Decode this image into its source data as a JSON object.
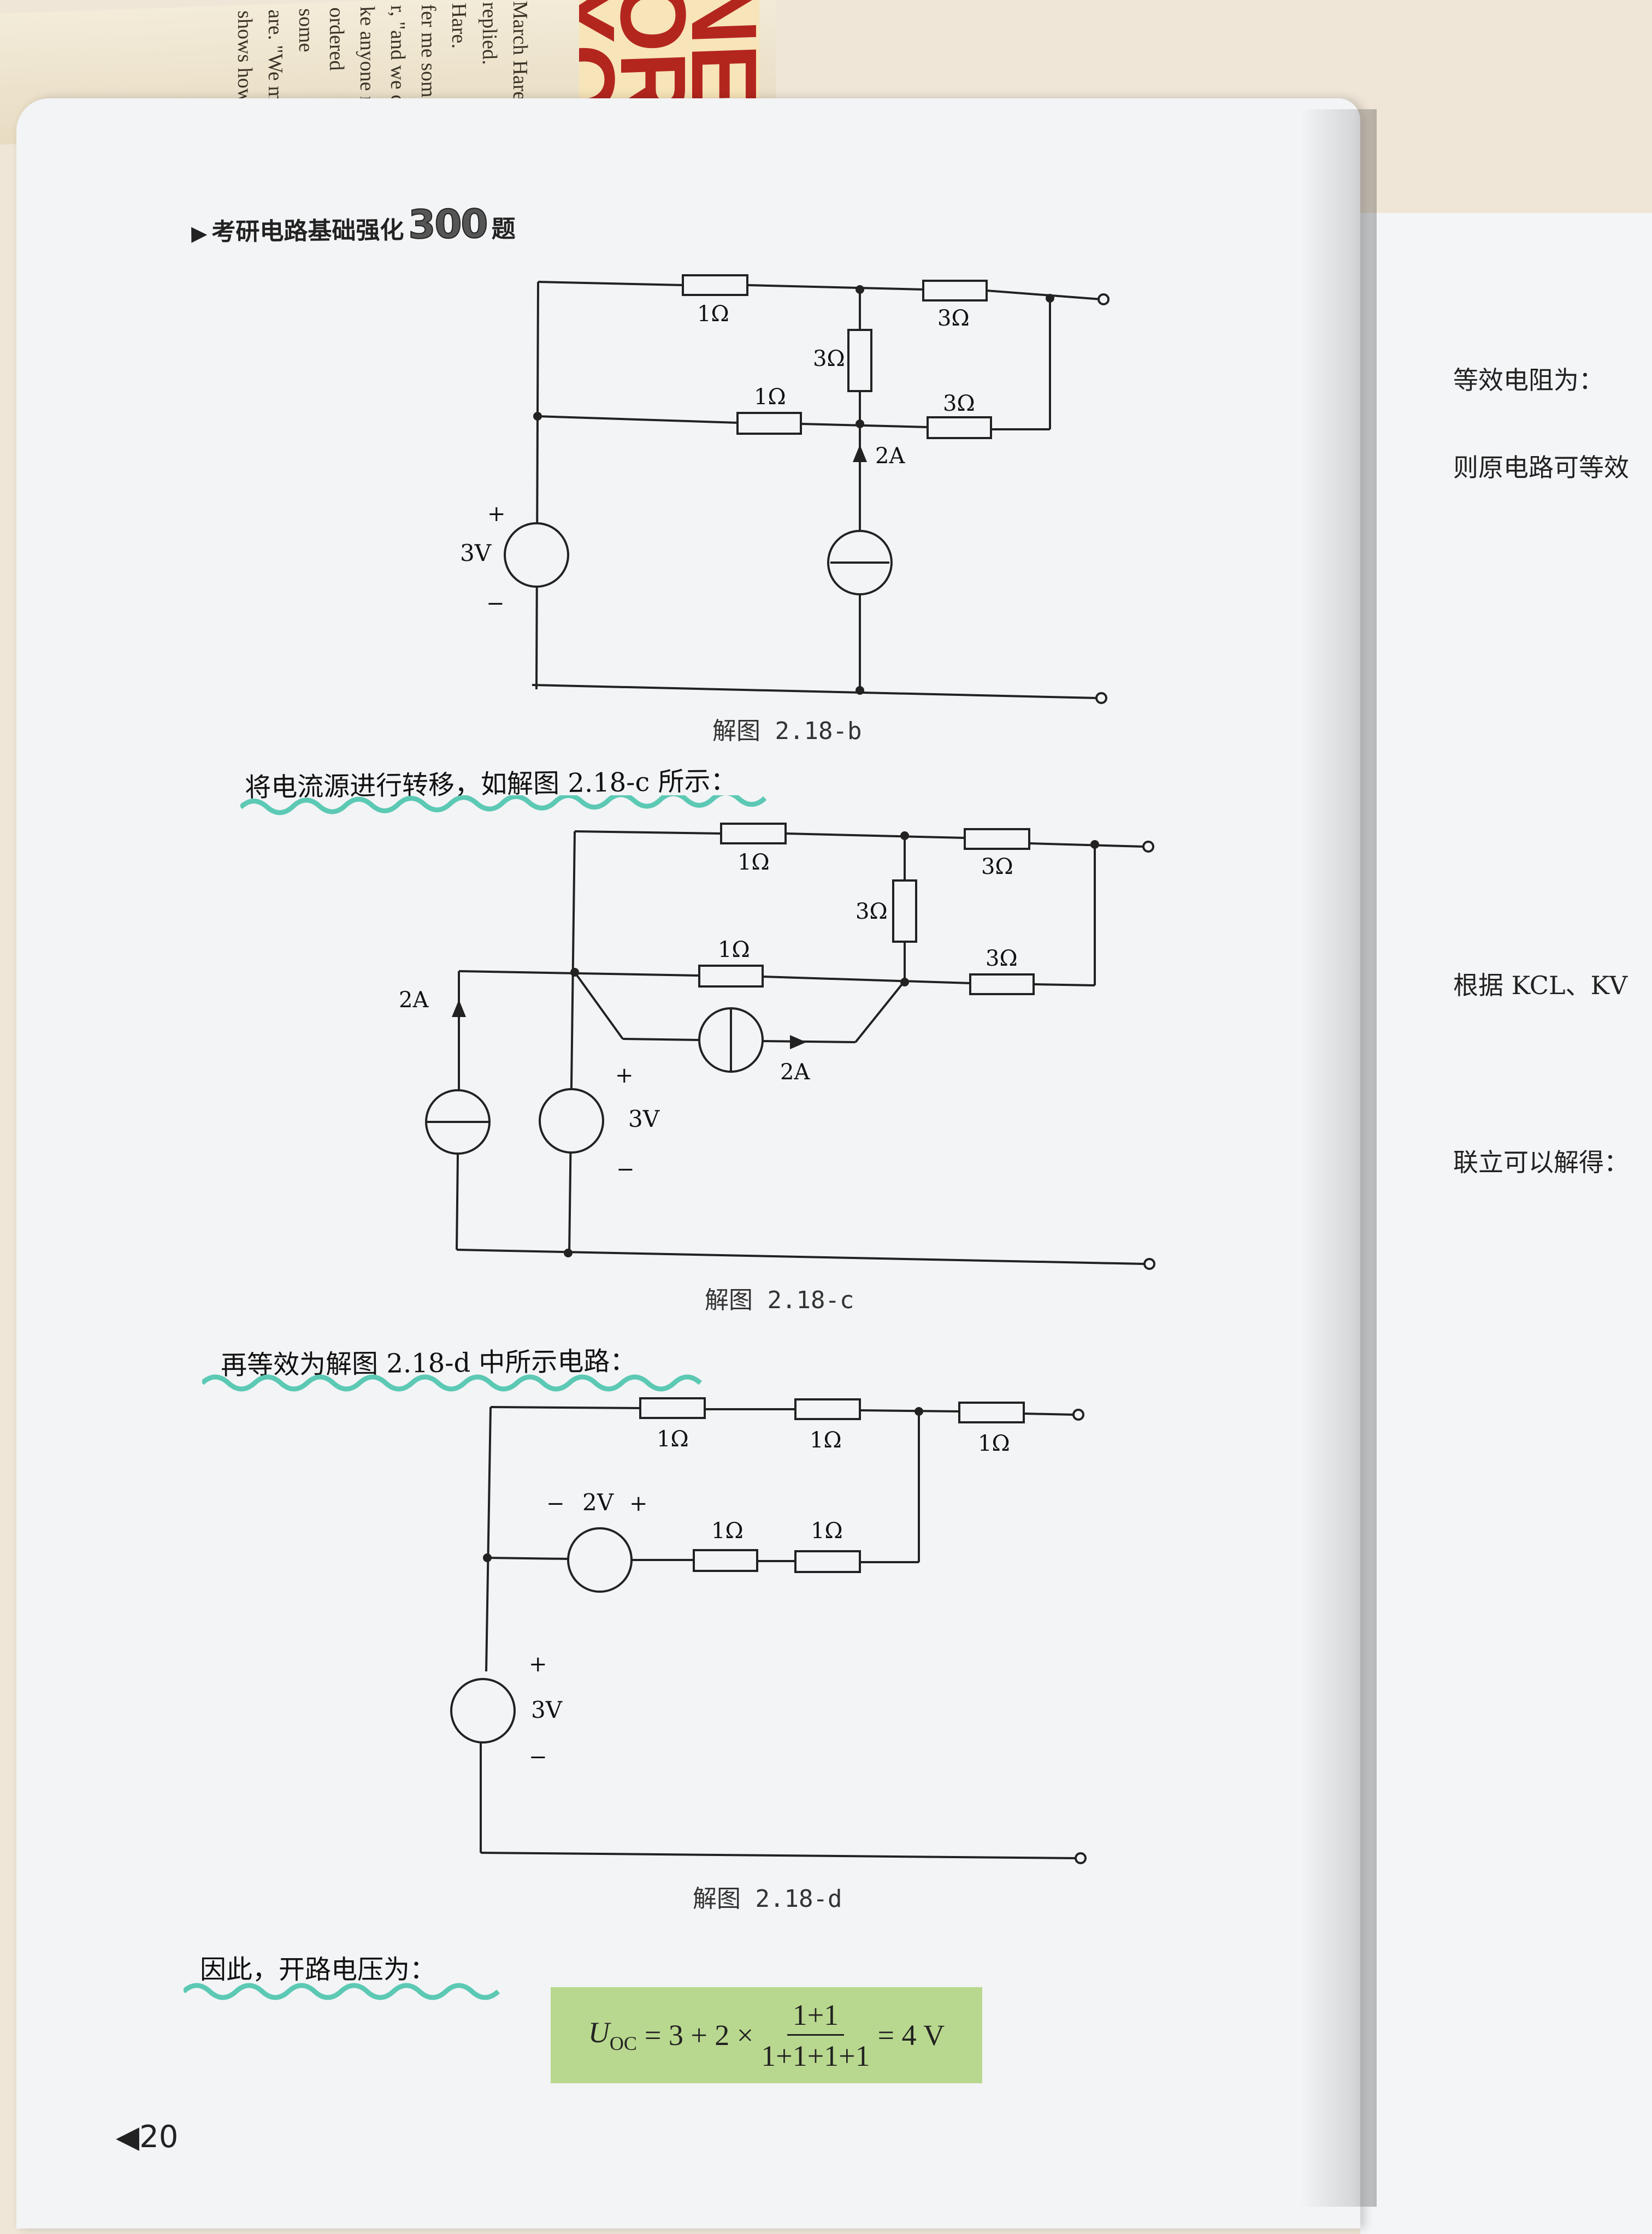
{
  "background_book": {
    "lines": [
      "March Hare.",
      "replied.",
      "Hare.",
      "fer me some",
      "r, \"and we c",
      "ke anyone m",
      "ordered some",
      "are. \"We m",
      "shows how"
    ],
    "title_fragment": "NES\nOR YO"
  },
  "header": {
    "marker": "▶",
    "title": "考研电路基础强化",
    "number": "300",
    "suffix": "题"
  },
  "figure_b": {
    "caption": "解图 2.18-b",
    "labels": {
      "r_top_left": "1Ω",
      "r_top_right": "3Ω",
      "r_vertical": "3Ω",
      "r_mid_left": "1Ω",
      "r_mid_right": "3Ω",
      "current_label": "2A",
      "vsrc_plus": "+",
      "vsrc_value": "3V",
      "vsrc_minus": "−"
    }
  },
  "text_1": "将电流源进行转移，如解图 2.18-c 所示：",
  "figure_c": {
    "caption": "解图 2.18-c",
    "labels": {
      "r_top_left": "1Ω",
      "r_top_right": "3Ω",
      "r_vertical": "3Ω",
      "r_mid_left": "1Ω",
      "r_mid_right": "3Ω",
      "isrc_left_label": "2A",
      "isrc_mid_label": "2A",
      "vsrc_plus": "+",
      "vsrc_value": "3V",
      "vsrc_minus": "−"
    }
  },
  "text_2": "再等效为解图 2.18-d 中所示电路：",
  "figure_d": {
    "caption": "解图 2.18-d",
    "labels": {
      "r_top_1": "1Ω",
      "r_top_2": "1Ω",
      "r_top_3": "1Ω",
      "r_mid_1": "1Ω",
      "r_mid_2": "1Ω",
      "vsrc2_minus": "−",
      "vsrc2_value": "2V",
      "vsrc2_plus": "+",
      "vsrc_plus": "+",
      "vsrc_value": "3V",
      "vsrc_minus": "−"
    }
  },
  "text_3": "因此，开路电压为：",
  "formula": {
    "lhs": "U",
    "lhs_sub": "OC",
    "eq_part": "= 3 + 2 ×",
    "numerator": "1+1",
    "denominator": "1+1+1+1",
    "result": "= 4 V"
  },
  "page_number": "◀20",
  "right_page": {
    "line_1": "等效电阻为：",
    "line_2": "则原电路可等效",
    "line_3": "根据 KCL、KV",
    "line_4": "联立可以解得："
  },
  "colors": {
    "highlight_wave": "#5cc9b4",
    "formula_bg": "#b9d88f",
    "page_bg": "#f3f4f6"
  }
}
